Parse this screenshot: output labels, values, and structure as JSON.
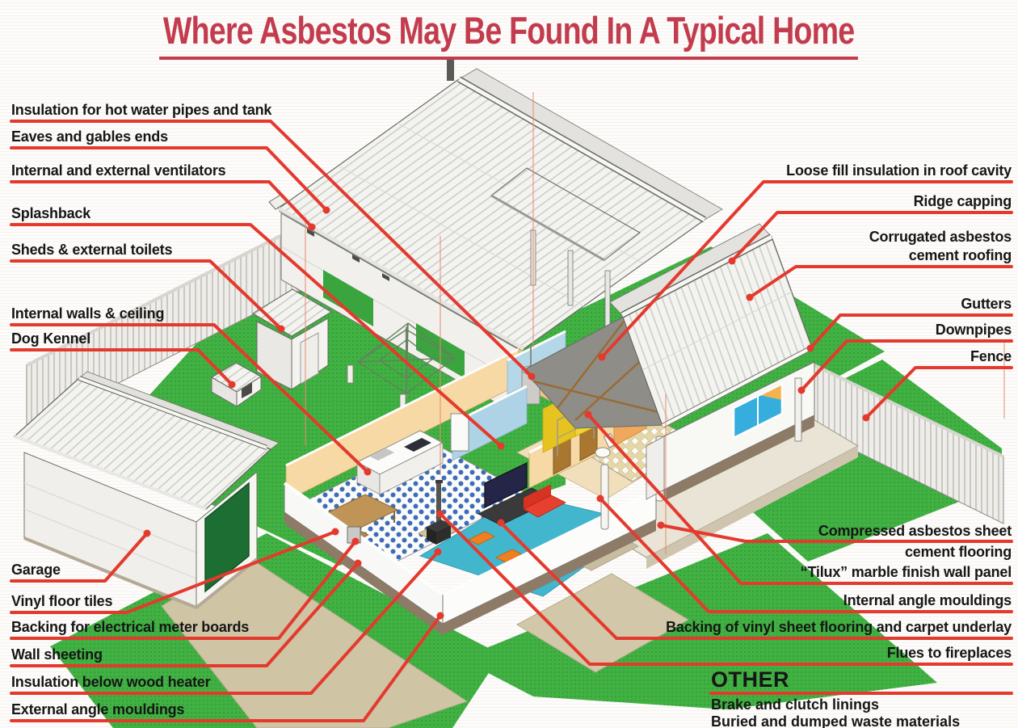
{
  "title": "Where Asbestos May Be Found In A Typical Home",
  "callouts": {
    "left": [
      "Insulation for hot water pipes and tank",
      "Eaves and gables ends",
      "Internal and external ventilators",
      "Splashback",
      "Sheds & external toilets",
      "Internal walls & ceiling",
      "Dog Kennel",
      "Garage",
      "Vinyl floor tiles",
      "Backing for electrical meter boards",
      "Wall sheeting",
      "Insulation below wood heater",
      "External angle mouldings"
    ],
    "right": [
      "Loose fill insulation in roof cavity",
      "Ridge capping",
      "Corrugated asbestos cement roofing",
      "Gutters",
      "Downpipes",
      "Fence",
      "Compressed asbestos sheet cement flooring",
      "“Tilux” marble finish wall panel",
      "Internal angle mouldings",
      "Backing of vinyl sheet flooring and carpet underlay",
      "Flues to fireplaces"
    ]
  },
  "other": {
    "heading": "OTHER",
    "items": [
      "Brake and clutch linings",
      "Buried and dumped waste materials"
    ]
  },
  "colors": {
    "leader_red": "#e43a2e",
    "title_red": "#c23c4e",
    "label_black": "#161616",
    "grass_green": "#3fb13f",
    "roof_white": "#f3f3f0",
    "wall_cream": "#f6d9a4",
    "bathroom_yellow": "#f3d435",
    "living_floor_teal": "#42b6cd",
    "kitchen_dot_blue": "#3f6cb8",
    "garage_door_green": "#1d6e33",
    "driveway_tan": "#cfc4a4",
    "plinth_brown": "#8d7a67"
  }
}
